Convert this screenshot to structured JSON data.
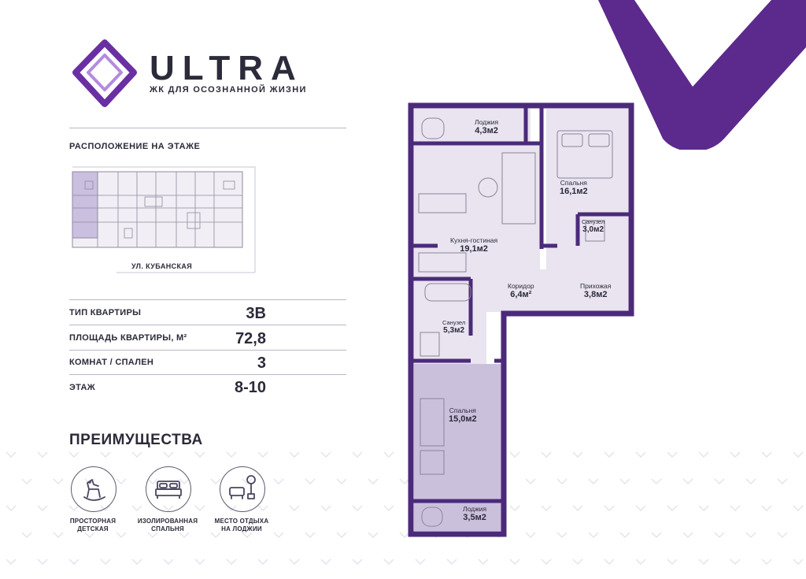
{
  "brand": {
    "name": "ULTRA",
    "tagline": "ЖК ДЛЯ ОСОЗНАННОЙ ЖИЗНИ",
    "accent_color": "#5b2a8c",
    "logo_icon": "diamond-logo-icon"
  },
  "floor_location": {
    "title": "РАСПОЛОЖЕНИЕ НА ЭТАЖЕ",
    "street": "УЛ. КУБАНСКАЯ"
  },
  "specs": [
    {
      "label": "ТИП КВАРТИРЫ",
      "value": "3B"
    },
    {
      "label": "ПЛОЩАДЬ КВАРТИРЫ, М²",
      "value": "72,8"
    },
    {
      "label": "КОМНАТ / СПАЛЕН",
      "value": "3"
    },
    {
      "label": "ЭТАЖ",
      "value": "8-10"
    }
  ],
  "advantages": {
    "title": "ПРЕИМУЩЕСТВА",
    "items": [
      {
        "icon": "rocking-horse-icon",
        "line1": "ПРОСТОРНАЯ",
        "line2": "ДЕТСКАЯ"
      },
      {
        "icon": "bed-icon",
        "line1": "ИЗОЛИРОВАННАЯ",
        "line2": "СПАЛЬНЯ"
      },
      {
        "icon": "armchair-lamp-icon",
        "line1": "МЕСТО ОТДЫХА",
        "line2": "НА ЛОДЖИИ"
      }
    ]
  },
  "rooms": {
    "loggia_top": {
      "name": "Лоджия",
      "area": "4,3м2"
    },
    "bedroom_top": {
      "name": "Спальня",
      "area": "16,1м2"
    },
    "kitchen": {
      "name": "Кухня-гостиная",
      "area": "19,1м2"
    },
    "bath_small": {
      "name": "Санузел",
      "area": "3,0м2"
    },
    "corridor": {
      "name": "Коридор",
      "area": "6,4м²"
    },
    "hallway": {
      "name": "Прихожая",
      "area": "3,8м2"
    },
    "bath_big": {
      "name": "Санузел",
      "area": "5,3м2"
    },
    "bedroom_bottom": {
      "name": "Спальня",
      "area": "15,0м2"
    },
    "loggia_bottom": {
      "name": "Лоджия",
      "area": "3,5м2"
    }
  },
  "colors": {
    "wall": "#4b2a7a",
    "room_fill": "#e9e4ef",
    "highlight": "#cbc0dc",
    "text": "#2b2b3a",
    "watermark": "#ece9f1"
  }
}
